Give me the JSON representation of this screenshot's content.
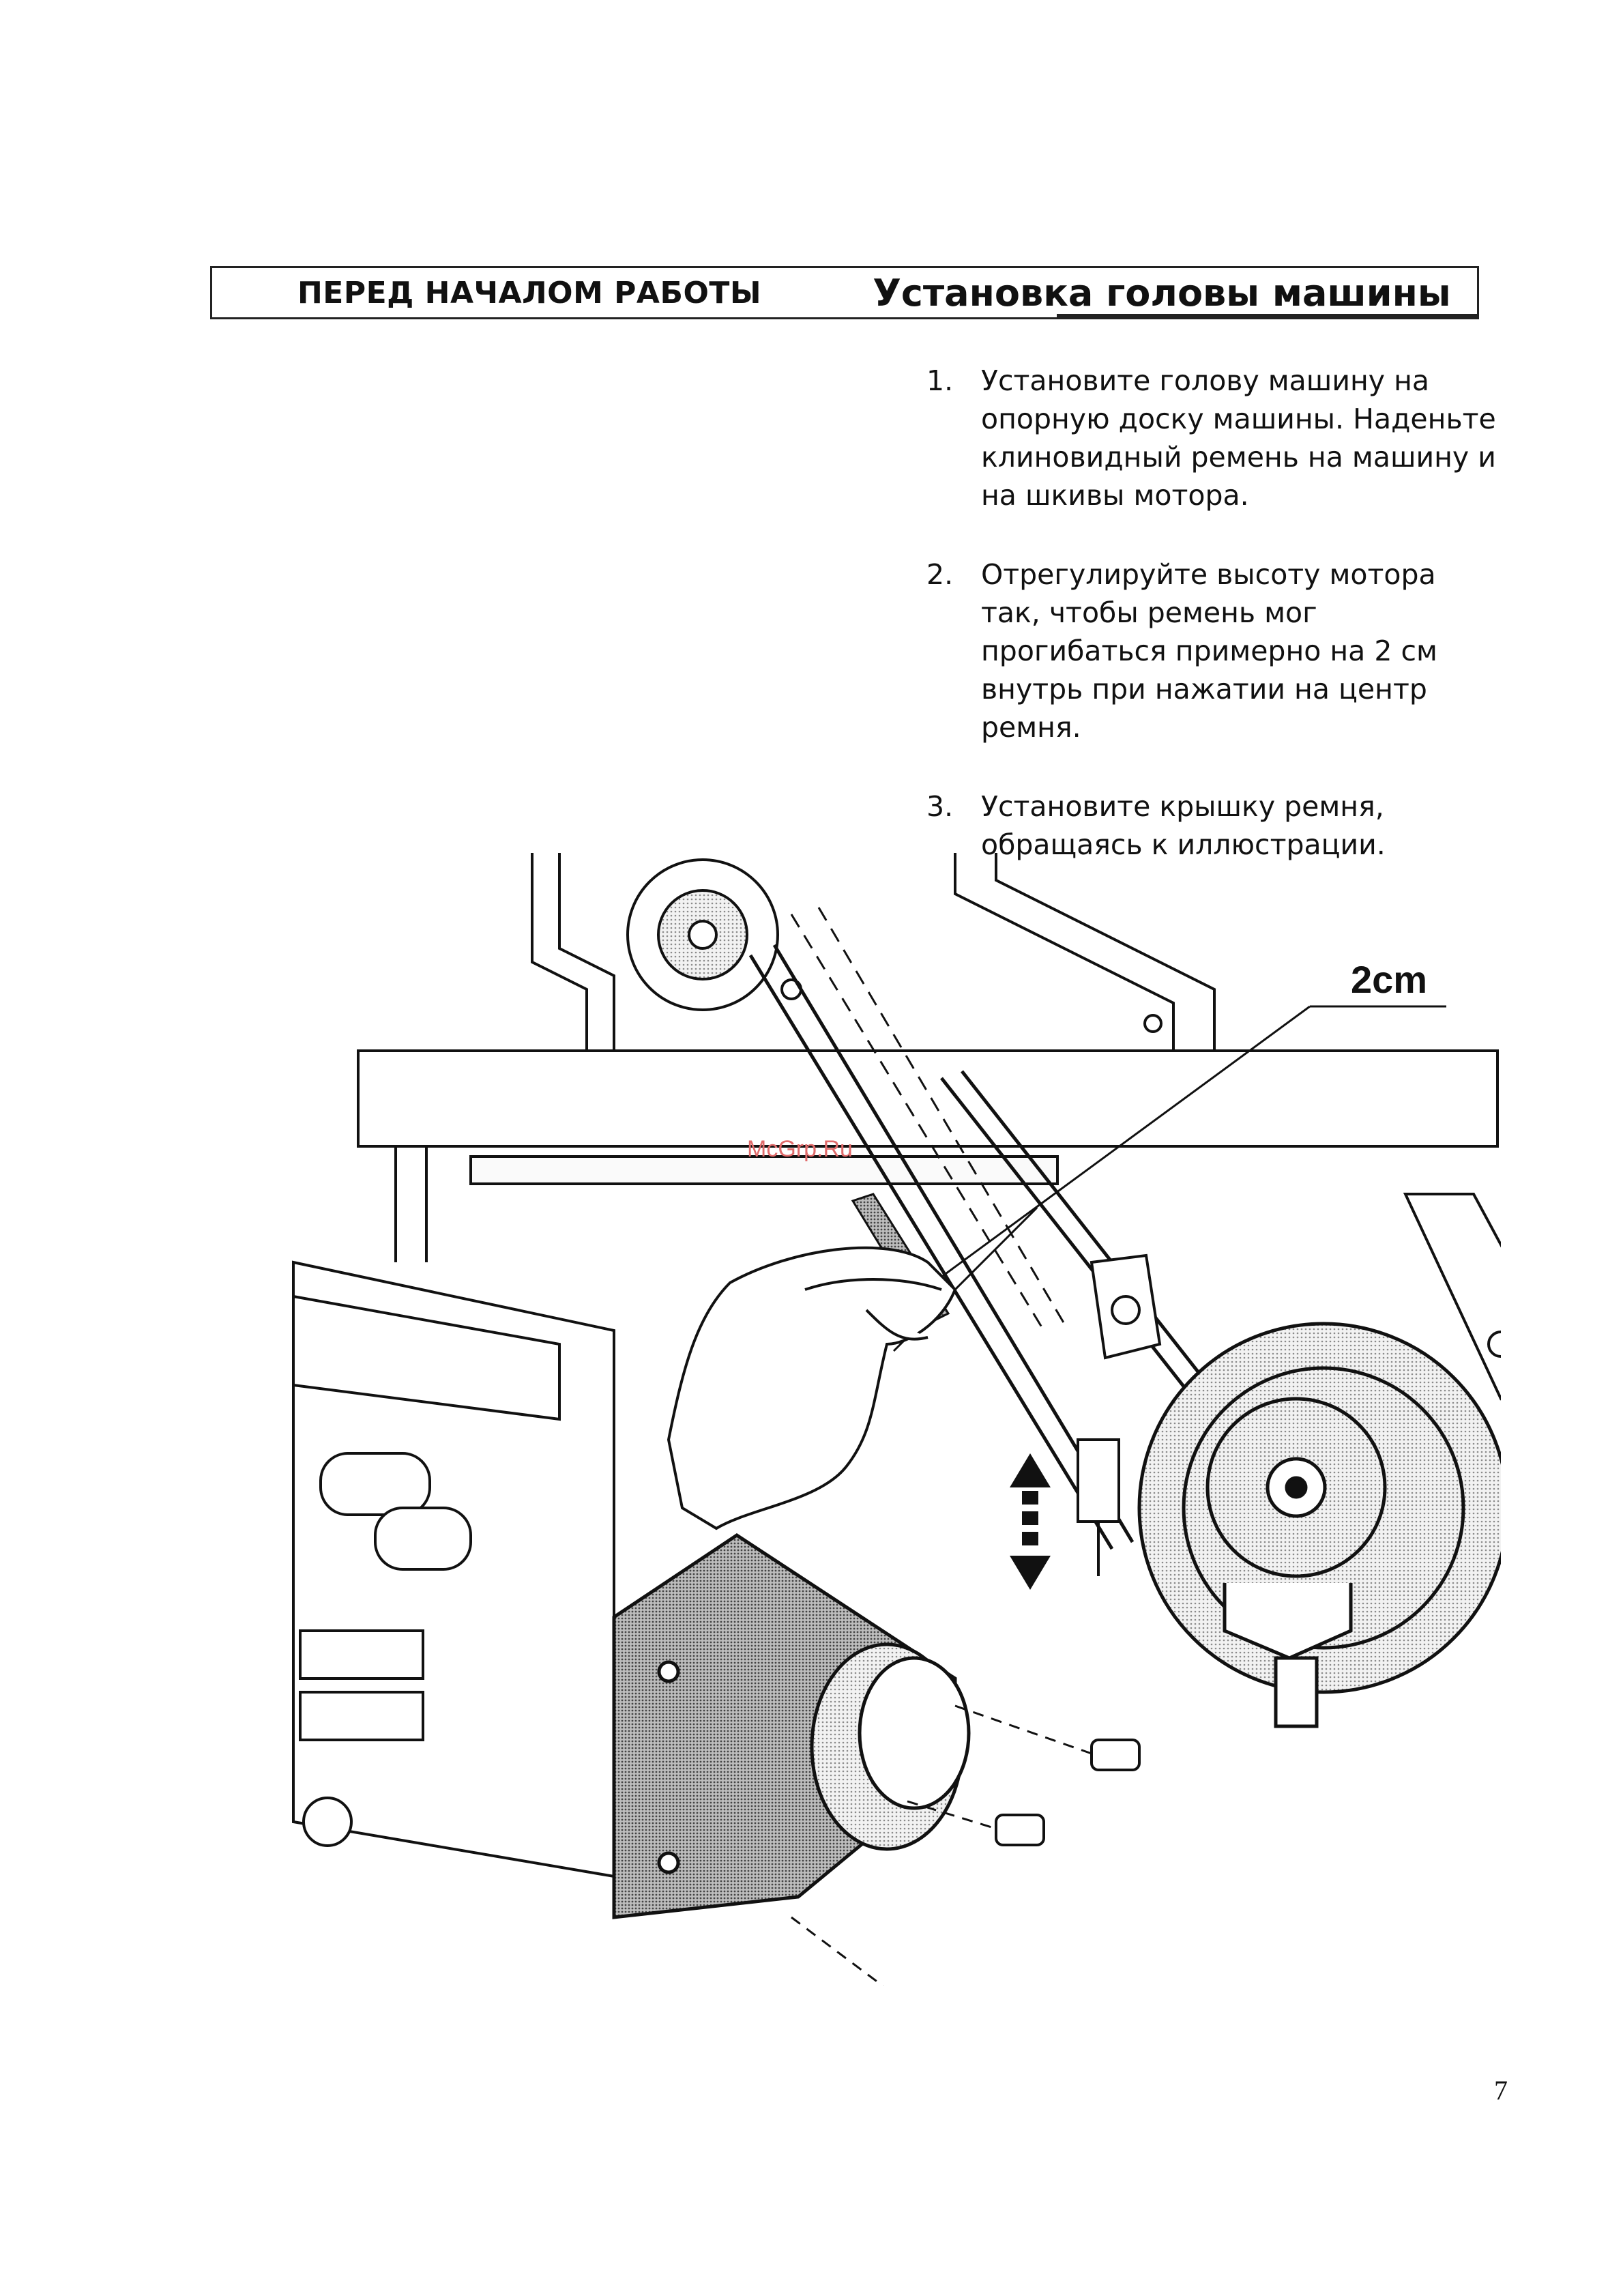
{
  "header": {
    "section": "ПЕРЕД НАЧАЛОМ РАБОТЫ",
    "title": "Установка головы машины"
  },
  "steps": [
    {
      "num": "1.",
      "text": "Установите голову машину на опорную доску машины. Наденьте клиновидный ремень на машину и на шкивы мотора."
    },
    {
      "num": "2.",
      "text": "Отрегулируйте высоту мотора так, чтобы ремень мог прогибаться примерно на 2 см внутрь при нажатии на центр ремня."
    },
    {
      "num": "3.",
      "text": "Установите крышку ремня, обращаясь к иллюстрации."
    }
  ],
  "figure": {
    "dimension_label": "2cm",
    "watermark": "McGrp.Ru"
  },
  "page_number": "7"
}
